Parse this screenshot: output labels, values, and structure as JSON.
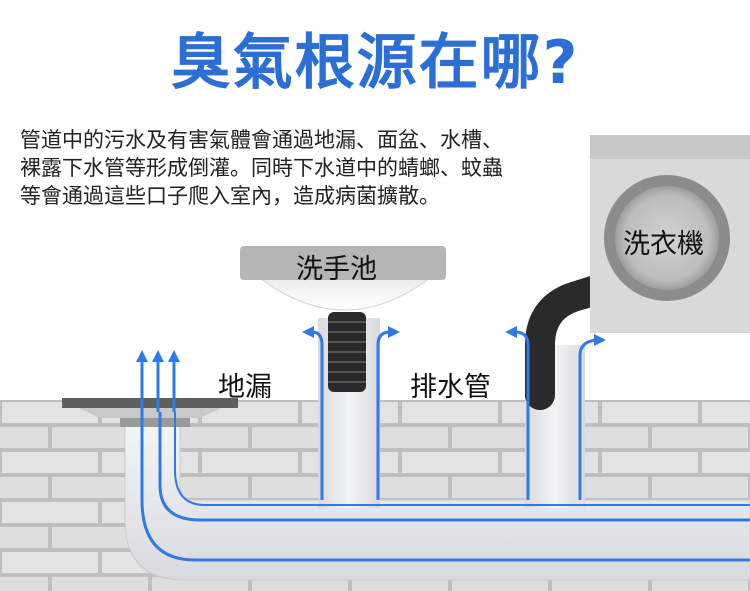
{
  "title": "臭氣根源在哪?",
  "description_lines": [
    "管道中的污水及有害氣體會通過地漏、面盆、水槽、",
    "裸露下水管等形成倒灌。同時下水道中的蜻螂、蚊蟲",
    "等會通過這些口子爬入室內，造成病菌擴散。"
  ],
  "labels": {
    "sink": "洗手池",
    "washer": "洗衣機",
    "floor_drain": "地漏",
    "drain_pipe": "排水管"
  },
  "colors": {
    "title": "#2b6fd6",
    "arrow": "#2f7be6",
    "pipe": "#e9eaee",
    "brick": "#d7d7d7"
  }
}
